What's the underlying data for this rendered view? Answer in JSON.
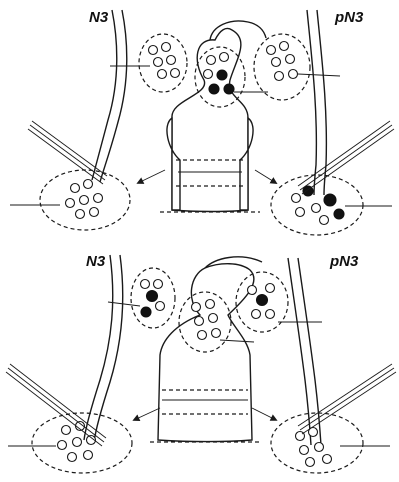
{
  "panels": [
    {
      "left_label": "N3",
      "right_label": "pN3"
    },
    {
      "left_label": "N3",
      "right_label": "pN3"
    }
  ],
  "colors": {
    "ink": "#1a1a1a",
    "filled_cell": "#111111",
    "paper": "#ffffff"
  },
  "icons": [
    "arrow-icon",
    "electrode-icon"
  ]
}
